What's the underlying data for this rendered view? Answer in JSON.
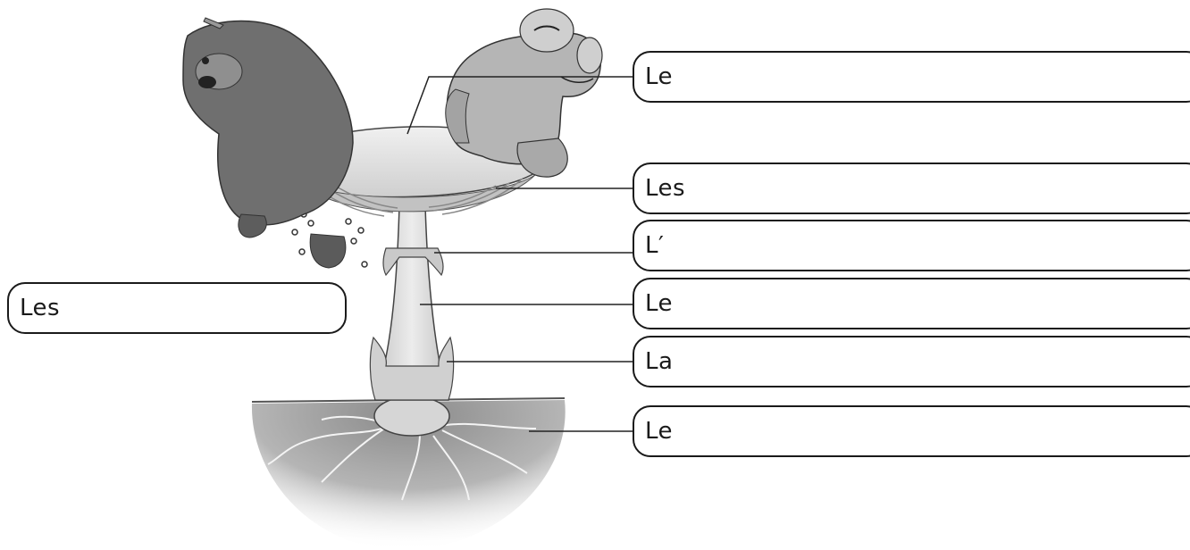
{
  "labels": {
    "cap": "Le",
    "gills": "Les",
    "ring": "L′",
    "stem": "Le",
    "volva": "La",
    "mycelium": "Le",
    "spores": "Les"
  },
  "colors": {
    "outline": "#1a1a1a",
    "mushroom_fill": "#dcdcdc",
    "soil_fill": "#9a9a9a"
  }
}
